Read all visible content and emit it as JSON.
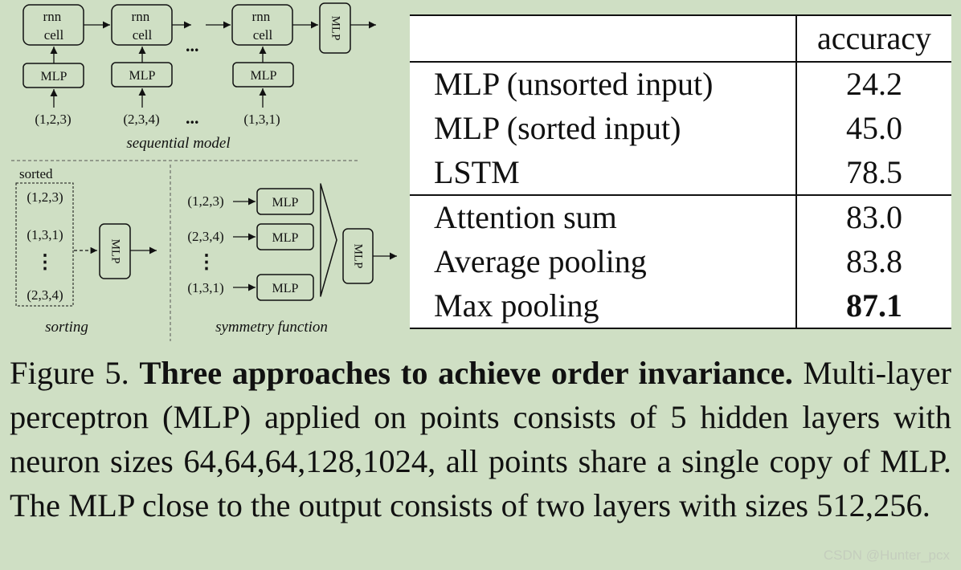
{
  "diagram": {
    "sequential": {
      "cells": [
        "rnn\ncell",
        "rnn\ncell",
        "rnn\ncell"
      ],
      "mlps": [
        "MLP",
        "MLP",
        "MLP"
      ],
      "inputs": [
        "(1,2,3)",
        "(2,3,4)",
        "(1,3,1)"
      ],
      "ellipsis": "...",
      "final_mlp": "MLP",
      "label": "sequential model"
    },
    "sorting": {
      "header": "sorted",
      "inputs": [
        "(1,2,3)",
        "(1,3,1)",
        "(2,3,4)"
      ],
      "mlp": "MLP",
      "label": "sorting"
    },
    "symmetry": {
      "inputs": [
        "(1,2,3)",
        "(2,3,4)",
        "(1,3,1)"
      ],
      "mlps": [
        "MLP",
        "MLP",
        "MLP"
      ],
      "final_mlp": "MLP",
      "label": "symmetry function"
    }
  },
  "table": {
    "header": [
      "",
      "accuracy"
    ],
    "rows": [
      {
        "method": "MLP (unsorted input)",
        "accuracy": "24.2"
      },
      {
        "method": "MLP (sorted input)",
        "accuracy": "45.0"
      },
      {
        "method": "LSTM",
        "accuracy": "78.5"
      },
      {
        "method": "Attention sum",
        "accuracy": "83.0"
      },
      {
        "method": "Average pooling",
        "accuracy": "83.8"
      },
      {
        "method": "Max pooling",
        "accuracy": "87.1"
      }
    ]
  },
  "caption": {
    "prefix": "Figure 5. ",
    "bold": "Three approaches to achieve order invariance.",
    "text": " Multi-layer perceptron (MLP) applied on points consists of 5 hidden layers with neuron sizes 64,64,64,128,1024, all points share a single copy of MLP. The MLP close to the output consists of two layers with sizes 512,256."
  },
  "watermark": "CSDN @Hunter_pcx"
}
